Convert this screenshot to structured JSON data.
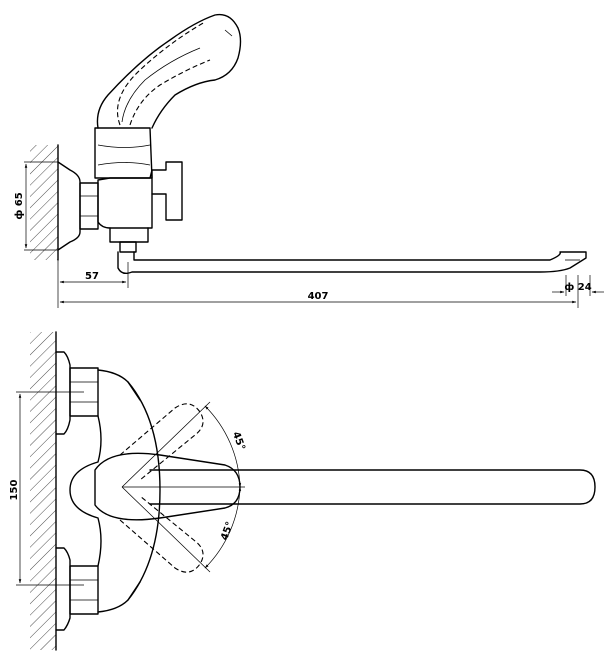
{
  "side_view": {
    "dim_diameter_base": "ф 65",
    "dim_outlet_offset": "57",
    "dim_spout_length": "407",
    "dim_outlet_diameter": "ф 24"
  },
  "top_view": {
    "dim_mount_spacing": "150",
    "angle_upper": "45°",
    "angle_lower": "45°"
  }
}
